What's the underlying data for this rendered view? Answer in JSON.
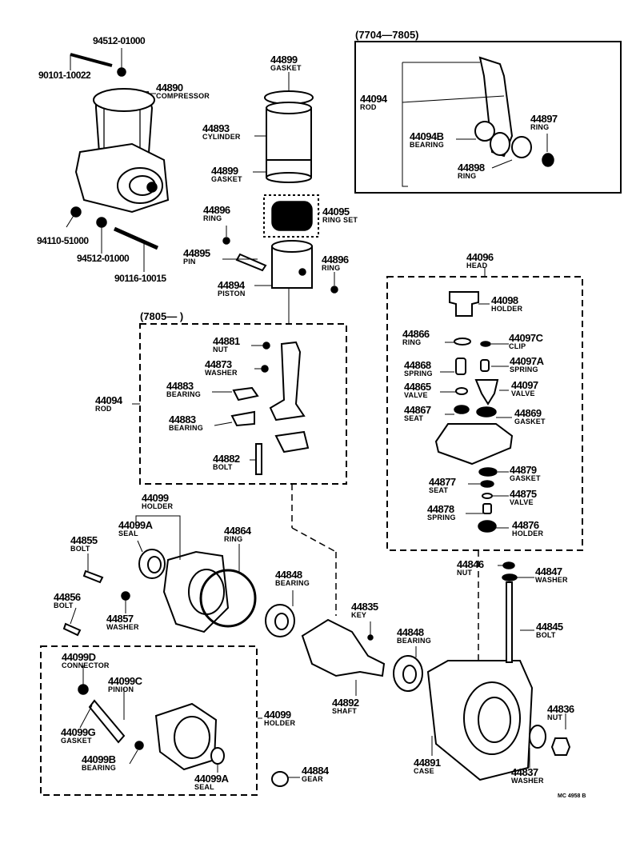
{
  "diagram": {
    "code": "MC 4958 B",
    "groups": {
      "rod_old": "(7704—7805)",
      "rod_new": "(7805—       )"
    },
    "parts": {
      "p9451201000_top": {
        "num": "94512-01000",
        "name": ""
      },
      "p9010110022": {
        "num": "90101-10022",
        "name": ""
      },
      "p44890": {
        "num": "44890",
        "name": "COMPRESSOR"
      },
      "p44899_top": {
        "num": "44899",
        "name": "GASKET"
      },
      "p44893": {
        "num": "44893",
        "name": "CYLINDER"
      },
      "p44899_bot": {
        "num": "44899",
        "name": "GASKET"
      },
      "p44094_old": {
        "num": "44094",
        "name": "ROD"
      },
      "p44094B": {
        "num": "44094B",
        "name": "BEARING"
      },
      "p44897": {
        "num": "44897",
        "name": "RING"
      },
      "p44898": {
        "num": "44898",
        "name": "RING"
      },
      "p44896_left": {
        "num": "44896",
        "name": "RING"
      },
      "p44095": {
        "num": "44095",
        "name": "RING SET"
      },
      "p9411051000": {
        "num": "94110-51000",
        "name": ""
      },
      "p9451201000_bot": {
        "num": "94512-01000",
        "name": ""
      },
      "p9011610015": {
        "num": "90116-10015",
        "name": ""
      },
      "p44895": {
        "num": "44895",
        "name": "PIN"
      },
      "p44896_right": {
        "num": "44896",
        "name": "RING"
      },
      "p44894": {
        "num": "44894",
        "name": "PISTON"
      },
      "p44096": {
        "num": "44096",
        "name": "HEAD"
      },
      "p44098": {
        "num": "44098",
        "name": "HOLDER"
      },
      "p44866": {
        "num": "44866",
        "name": "RING"
      },
      "p44097C": {
        "num": "44097C",
        "name": "CLIP"
      },
      "p44868": {
        "num": "44868",
        "name": "SPRING"
      },
      "p44097A": {
        "num": "44097A",
        "name": "SPRING"
      },
      "p44865": {
        "num": "44865",
        "name": "VALVE"
      },
      "p44097": {
        "num": "44097",
        "name": "VALVE"
      },
      "p44867": {
        "num": "44867",
        "name": "SEAT"
      },
      "p44869": {
        "num": "44869",
        "name": "GASKET"
      },
      "p44879": {
        "num": "44879",
        "name": "GASKET"
      },
      "p44877": {
        "num": "44877",
        "name": "SEAT"
      },
      "p44875": {
        "num": "44875",
        "name": "VALVE"
      },
      "p44878": {
        "num": "44878",
        "name": "SPRING"
      },
      "p44876": {
        "num": "44876",
        "name": "HOLDER"
      },
      "p44881": {
        "num": "44881",
        "name": "NUT"
      },
      "p44873": {
        "num": "44873",
        "name": "WASHER"
      },
      "p44883_a": {
        "num": "44883",
        "name": "BEARING"
      },
      "p44094_new": {
        "num": "44094",
        "name": "ROD"
      },
      "p44883_b": {
        "num": "44883",
        "name": "BEARING"
      },
      "p44882": {
        "num": "44882",
        "name": "BOLT"
      },
      "p44099_top": {
        "num": "44099",
        "name": "HOLDER"
      },
      "p44099A_top": {
        "num": "44099A",
        "name": "SEAL"
      },
      "p44855": {
        "num": "44855",
        "name": "BOLT"
      },
      "p44864": {
        "num": "44864",
        "name": "RING"
      },
      "p44848_left": {
        "num": "44848",
        "name": "BEARING"
      },
      "p44856": {
        "num": "44856",
        "name": "BOLT"
      },
      "p44857": {
        "num": "44857",
        "name": "WASHER"
      },
      "p44846": {
        "num": "44846",
        "name": "NUT"
      },
      "p44847": {
        "num": "44847",
        "name": "WASHER"
      },
      "p44835": {
        "num": "44835",
        "name": "KEY"
      },
      "p44845": {
        "num": "44845",
        "name": "BOLT"
      },
      "p44848_right": {
        "num": "44848",
        "name": "BEARING"
      },
      "p44099D": {
        "num": "44099D",
        "name": "CONNECTOR"
      },
      "p44099C": {
        "num": "44099C",
        "name": "PINION"
      },
      "p44099G": {
        "num": "44099G",
        "name": "GASKET"
      },
      "p44099_bot": {
        "num": "44099",
        "name": "HOLDER"
      },
      "p44892": {
        "num": "44892",
        "name": "SHAFT"
      },
      "p44836": {
        "num": "44836",
        "name": "NUT"
      },
      "p44099B": {
        "num": "44099B",
        "name": "BEARING"
      },
      "p44099A_bot": {
        "num": "44099A",
        "name": "SEAL"
      },
      "p44884": {
        "num": "44884",
        "name": "GEAR"
      },
      "p44891": {
        "num": "44891",
        "name": "CASE"
      },
      "p44837": {
        "num": "44837",
        "name": "WASHER"
      }
    }
  }
}
